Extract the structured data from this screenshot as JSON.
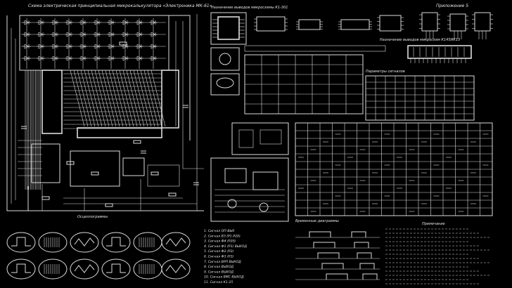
{
  "sheet": {
    "title": "Схема электрическая принципиальная микрокалькулятора «Электроника МК-61»",
    "appendix": "Приложение 5",
    "note_title": "Примечание"
  },
  "tables": {
    "pin_assignment": "Назначение выводов микросхемы К1-301",
    "signal_table": "Параметры сигналов",
    "pin_designation": "Назначение выводов микросхем К145ИК13",
    "waveform_title": "Временные диаграммы",
    "oscillograms": "Осциллограммы"
  },
  "legend": [
    "1. Сигнал ОП-ВЫХ",
    "2. Сигнал ВЗ (Р1-Р20)",
    "3. Сигнал Ф4 (Р20)",
    "4. Сигнал Ф1 (Р1) ВЫХОД",
    "5. Сигнал Ф2 (Р2)",
    "6. Сигнал Ф3 (Р3)",
    "7. Сигнал ВРП ВЫХОД",
    "8. Сигнал ВЫХОД",
    "9. Сигнал ВЫХОД",
    "10. Сигнал ВМС ВЫХОД",
    "11. Сигнал К1-25"
  ],
  "colors": {
    "background": "#000000",
    "ink": "#e0e0e0"
  }
}
